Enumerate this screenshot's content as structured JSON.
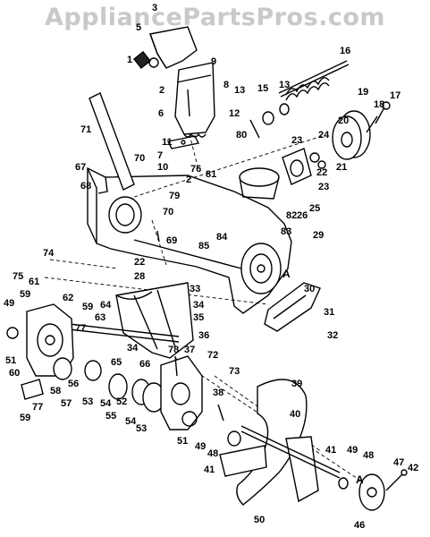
{
  "watermark": "AppliancePartsPros.com",
  "labels": {
    "p1": "1",
    "p2": "2",
    "p3": "3",
    "p5": "5",
    "p6": "6",
    "p7": "7",
    "p8": "8",
    "p9": "9",
    "p10": "10",
    "p11": "11",
    "p12": "12",
    "p13": "13",
    "p13b": "13",
    "p15": "15",
    "p16": "16",
    "p17": "17",
    "p18": "18",
    "p19": "19",
    "p20": "20",
    "p21": "21",
    "p22": "22",
    "p22b": "22",
    "p23": "23",
    "p23b": "23",
    "p24": "24",
    "p25": "25",
    "p26": "26",
    "p28": "28",
    "p29": "29",
    "p30": "30",
    "p31": "31",
    "p32": "32",
    "p33": "33",
    "p34": "34",
    "p34b": "34",
    "p35": "35",
    "p36": "36",
    "p37": "37",
    "p38": "38",
    "p39": "39",
    "p40": "40",
    "p41": "41",
    "p41b": "41",
    "p42": "42",
    "p46": "46",
    "p47": "47",
    "p48": "48",
    "p48b": "48",
    "p49": "49",
    "p49b": "49",
    "p49c": "49",
    "p50": "50",
    "p51": "51",
    "p51b": "51",
    "p52": "52",
    "p53": "53",
    "p53b": "53",
    "p54": "54",
    "p54b": "54",
    "p55": "55",
    "p56": "56",
    "p57": "57",
    "p58": "58",
    "p59": "59",
    "p59b": "59",
    "p60": "60",
    "p61": "61",
    "p62": "62",
    "p63": "63",
    "p64": "64",
    "p65": "65",
    "p66": "66",
    "p67": "67",
    "p68": "68",
    "p69": "69",
    "p70": "70",
    "p70b": "70",
    "p71": "71",
    "p72": "72",
    "p73": "73",
    "p74": "74",
    "p75": "75",
    "p76": "76",
    "p77": "77",
    "p77b": "77",
    "p78": "78",
    "p79": "79",
    "p80": "80",
    "p81": "81",
    "p82": "82",
    "p83": "83",
    "p84": "84",
    "p85": "85",
    "p2b": "2",
    "markerA1": "A",
    "markerA2": "A"
  }
}
